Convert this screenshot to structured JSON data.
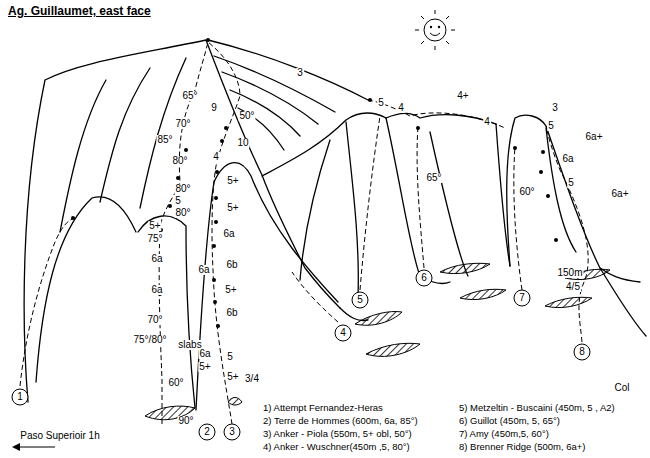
{
  "diagram": {
    "title": "Ag. Guillaumet, east face",
    "nodes": [
      {
        "text": [
          "1"
        ]
      },
      {
        "text": [
          "2"
        ]
      },
      {
        "text": [
          "3"
        ]
      },
      {
        "text": [
          "4"
        ]
      },
      {
        "text": [
          "5"
        ]
      },
      {
        "text": [
          "6"
        ]
      },
      {
        "text": [
          "7"
        ]
      },
      {
        "text": [
          "8"
        ]
      }
    ],
    "labels": [
      "65°",
      "9",
      "70°",
      "50°",
      "85°",
      "10",
      "4",
      "80°",
      "5+",
      "80°",
      "5",
      "80°",
      "5+",
      "5+",
      "6a",
      "75°",
      "6a",
      "6b",
      "6a",
      "6a",
      "5+",
      "6b",
      "70°",
      "75°/80°",
      "slabs",
      "6a",
      "5",
      "5+",
      "5+",
      "3/4",
      "60°",
      "90°",
      "3",
      "5",
      "4",
      "4+",
      "4",
      "3",
      "5",
      "6a+",
      "6a",
      "65°",
      "5",
      "60°",
      "6a+",
      "150m",
      "4/5",
      "Col",
      "Paso Superioir 1h",
      "1) Attempt Fernandez-Heras",
      "2) Terre de Hommes (600m, 6a, 85°)",
      "3) Anker - Piola (550m, 5+ obl, 50°)",
      "4) Anker - Wuschner(450m ,5, 80°)",
      "5) Metzeltin - Buscaini (450m, 5 , A2)",
      "6) Guillot (450m, 5, 65°)",
      "7) Amy (450m,5, 60°)",
      "8) Brenner Ridge (500m, 6a+)"
    ]
  }
}
